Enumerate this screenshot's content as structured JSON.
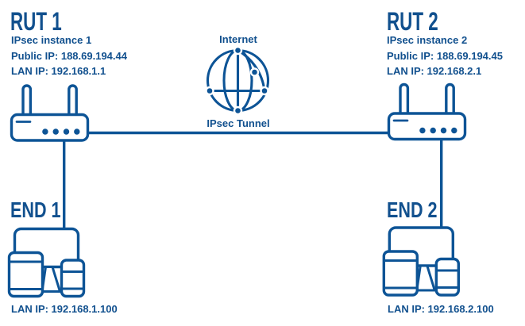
{
  "colors": {
    "text": "#11508E",
    "icon": "#0D5496",
    "background": "#FFFFFF"
  },
  "rut1": {
    "title": "RUT 1",
    "instance": "IPsec instance 1",
    "public_ip": "Public IP: 188.69.194.44",
    "lan_ip": "LAN IP: 192.168.1.1"
  },
  "rut2": {
    "title": "RUT 2",
    "instance": "IPsec instance 2",
    "public_ip": "Public IP: 188.69.194.45",
    "lan_ip": "LAN IP: 192.168.2.1"
  },
  "internet": {
    "label": "Internet"
  },
  "tunnel": {
    "label": "IPsec Tunnel"
  },
  "end1": {
    "title": "END 1",
    "lan_ip": "LAN IP: 192.168.1.100"
  },
  "end2": {
    "title": "END 2",
    "lan_ip": "LAN IP: 192.168.2.100"
  }
}
